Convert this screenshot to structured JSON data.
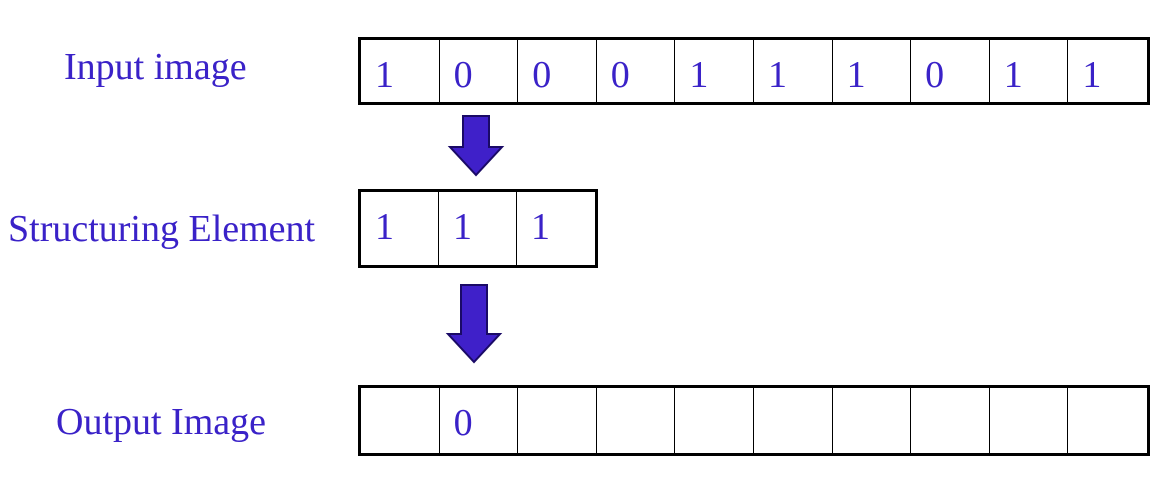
{
  "colors": {
    "text": "#3a22c8",
    "arrow_fill": "#3f20c9",
    "arrow_stroke": "#1a0a66",
    "border": "#000000"
  },
  "labels": {
    "input": "Input image",
    "structuring": "Structuring Element",
    "output": "Output Image"
  },
  "input_row": [
    "1",
    "0",
    "0",
    "0",
    "1",
    "1",
    "1",
    "0",
    "1",
    "1"
  ],
  "structuring_row": [
    "1",
    "1",
    "1"
  ],
  "output_row": [
    "",
    "0",
    "",
    "",
    "",
    "",
    "",
    "",
    "",
    ""
  ]
}
